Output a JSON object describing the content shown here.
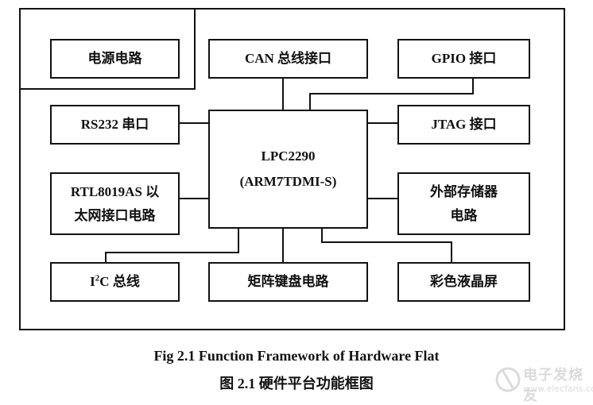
{
  "diagram": {
    "boxes": {
      "power": "电源电路",
      "can": "CAN 总线接口",
      "gpio": "GPIO 接口",
      "rs232": "RS232 串口",
      "cpu_line1": "LPC2290",
      "cpu_line2": "(ARM7TDMI-S)",
      "jtag": "JTAG 接口",
      "rtl_line1": "RTL8019AS 以",
      "rtl_line2": "太网接口电路",
      "mem_line1": "外部存储器",
      "mem_line2": "电路",
      "i2c_prefix": "I",
      "i2c_sup": "2",
      "i2c_suffix": "C 总线",
      "keypad": "矩阵键盘电路",
      "lcd": "彩色液晶屏"
    }
  },
  "captions": {
    "english": "Fig 2.1 Function Framework of Hardware Flat",
    "chinese": "图 2.1  硬件平台功能框图"
  },
  "watermark": {
    "text_zh": "电子发烧友",
    "text_en": "www.elecfans.com"
  }
}
